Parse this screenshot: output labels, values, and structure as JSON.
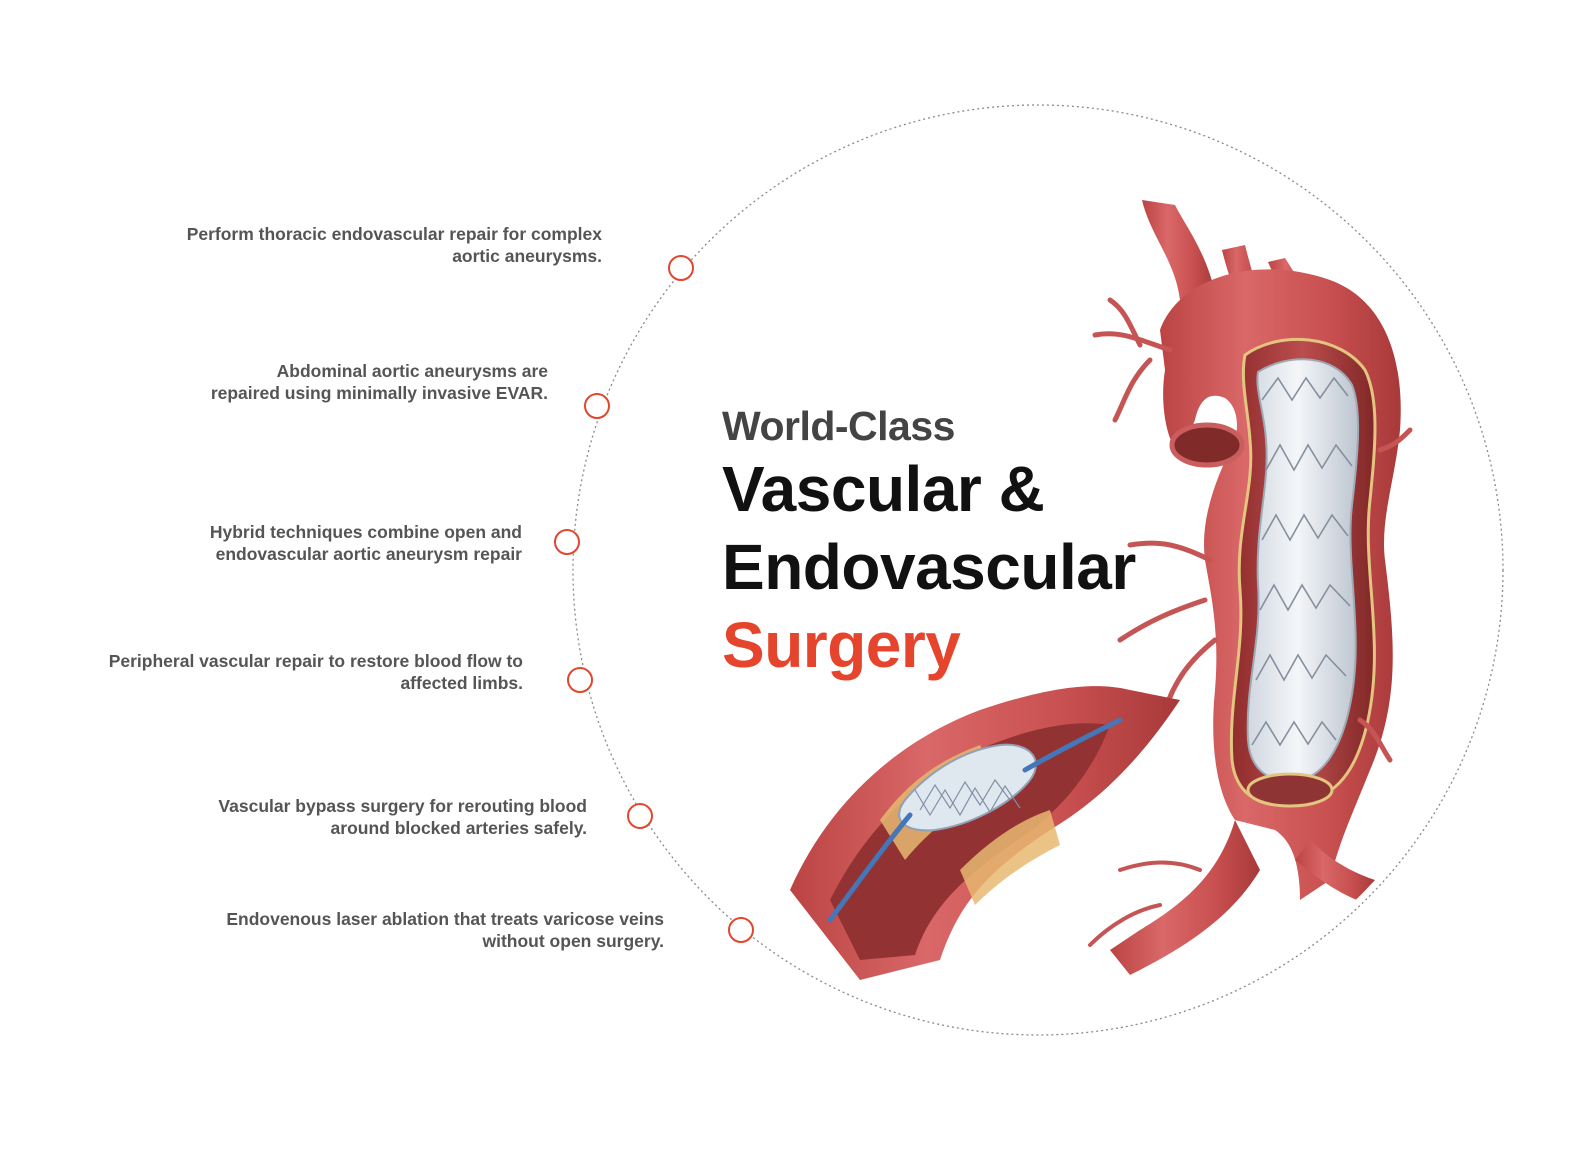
{
  "headline": {
    "line1": "World-Class",
    "line2": "Vascular &",
    "line3": "Endovascular",
    "line4": "Surgery"
  },
  "features": [
    {
      "text": "Perform thoracic endovascular repair for complex aortic aneurysms."
    },
    {
      "text": "Abdominal aortic aneurysms are repaired using minimally invasive EVAR."
    },
    {
      "text": "Hybrid techniques combine open and endovascular aortic aneurysm repair"
    },
    {
      "text": "Peripheral vascular repair to restore blood flow to affected limbs."
    },
    {
      "text": "Vascular bypass surgery for rerouting blood around blocked arteries safely."
    },
    {
      "text": "Endovenous laser ablation that treats varicose veins without open surgery."
    }
  ],
  "colors": {
    "accent": "#e5452c",
    "marker": "#e1472e",
    "text": "#555555",
    "heading": "#111111",
    "subheading": "#444444"
  }
}
